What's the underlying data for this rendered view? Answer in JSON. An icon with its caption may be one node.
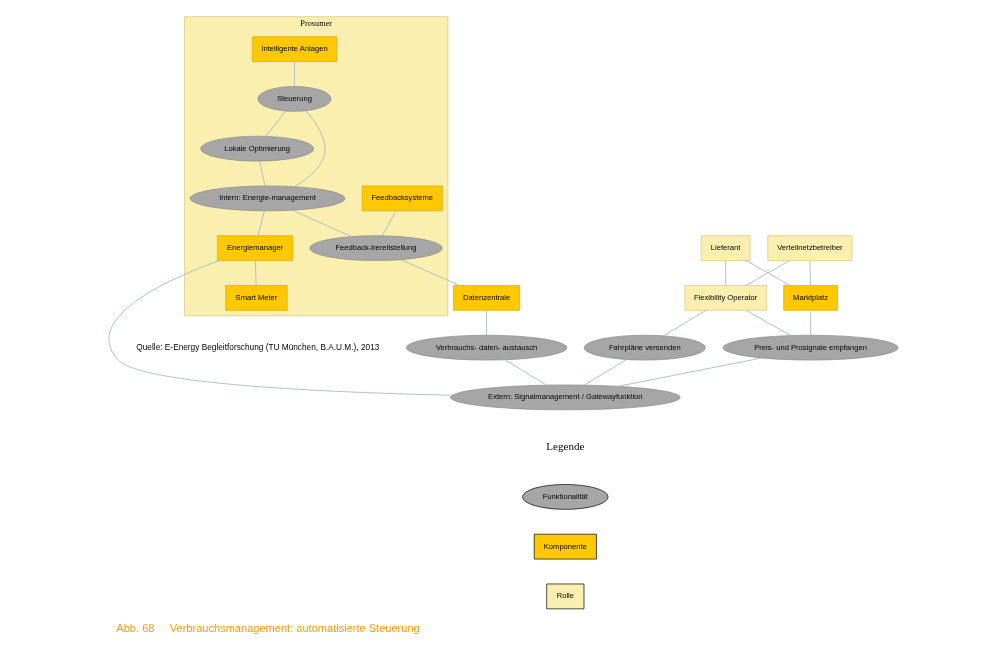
{
  "diagram": {
    "caption": "Abb. 68     Verbrauchsmanagement: automatisierte Steuerung",
    "nodes": [
      {
        "text": [
          "Prosumer"
        ]
      },
      {
        "text": [
          "Intelligente Anlagen"
        ],
        "in": 0
      },
      {
        "text": [
          "Feedbacksysteme"
        ],
        "in": 0
      },
      {
        "text": [
          "Lokale Optimierung"
        ],
        "in": 0
      },
      {
        "text": [
          "Steuerung"
        ],
        "in": 0
      },
      {
        "text": [
          "Feedback-bereitstellung"
        ],
        "in": 0
      },
      {
        "text": [
          "Intern: Energie-management"
        ],
        "in": 0
      },
      {
        "text": [
          "Energiemanager"
        ],
        "in": 0
      },
      {
        "text": [
          "Smart Meter"
        ],
        "in": 0
      },
      {
        "text": [
          "Lieferant"
        ]
      },
      {
        "text": [
          "Verteilnetzbetreiber"
        ]
      },
      {
        "text": [
          "Datenzentrale"
        ]
      },
      {
        "text": [
          "Marktplatz"
        ]
      },
      {
        "text": [
          "Flexibility Operator"
        ]
      },
      {
        "text": [
          "Verbrauchs- daten- austausch"
        ]
      },
      {
        "text": [
          "Preis- und Prosignale empfangen"
        ]
      },
      {
        "text": [
          "Fahrpläne versenden"
        ]
      },
      {
        "text": [
          "Extern: Signalmanagement / Gatewayfunktion"
        ]
      }
    ],
    "edges": [
      {
        "from": 1,
        "to": 4,
        "arrow": "none"
      },
      {
        "from": 2,
        "to": 5,
        "arrow": "none"
      },
      {
        "from": 4,
        "to": 3,
        "arrow": "none"
      },
      {
        "from": 4,
        "to": 6,
        "arrow": "none"
      },
      {
        "from": 3,
        "to": 6,
        "arrow": "none"
      },
      {
        "from": 6,
        "to": 5,
        "arrow": "none"
      },
      {
        "from": 5,
        "to": 11,
        "arrow": "none"
      },
      {
        "from": 6,
        "to": 7,
        "arrow": "none"
      },
      {
        "from": 7,
        "to": 8,
        "arrow": "none"
      },
      {
        "from": 7,
        "to": 17,
        "arrow": "none"
      },
      {
        "from": 9,
        "to": 12,
        "arrow": "none"
      },
      {
        "from": 9,
        "to": 13,
        "arrow": "none"
      },
      {
        "from": 10,
        "to": 12,
        "arrow": "none"
      },
      {
        "from": 10,
        "to": 13,
        "arrow": "none"
      },
      {
        "from": 11,
        "to": 14,
        "arrow": "none"
      },
      {
        "from": 12,
        "to": 15,
        "arrow": "none"
      },
      {
        "from": 13,
        "to": 15,
        "arrow": "none"
      },
      {
        "from": 13,
        "to": 16,
        "arrow": "none"
      },
      {
        "from": 14,
        "to": 17,
        "arrow": "none"
      },
      {
        "from": 15,
        "to": 17,
        "arrow": "none"
      },
      {
        "from": 16,
        "to": 17,
        "arrow": "none"
      }
    ],
    "labels": [
      "Legende",
      "Quelle: E-Energy Begleitforschung (TU München, B.A.U.M.), 2013"
    ],
    "legend": [
      {
        "text": "Funktionalität",
        "color": "#a6a6a6"
      },
      {
        "text": "Komponente",
        "color": "#ffc800"
      },
      {
        "text": "Rolle",
        "color": "#fbefb0"
      }
    ]
  }
}
